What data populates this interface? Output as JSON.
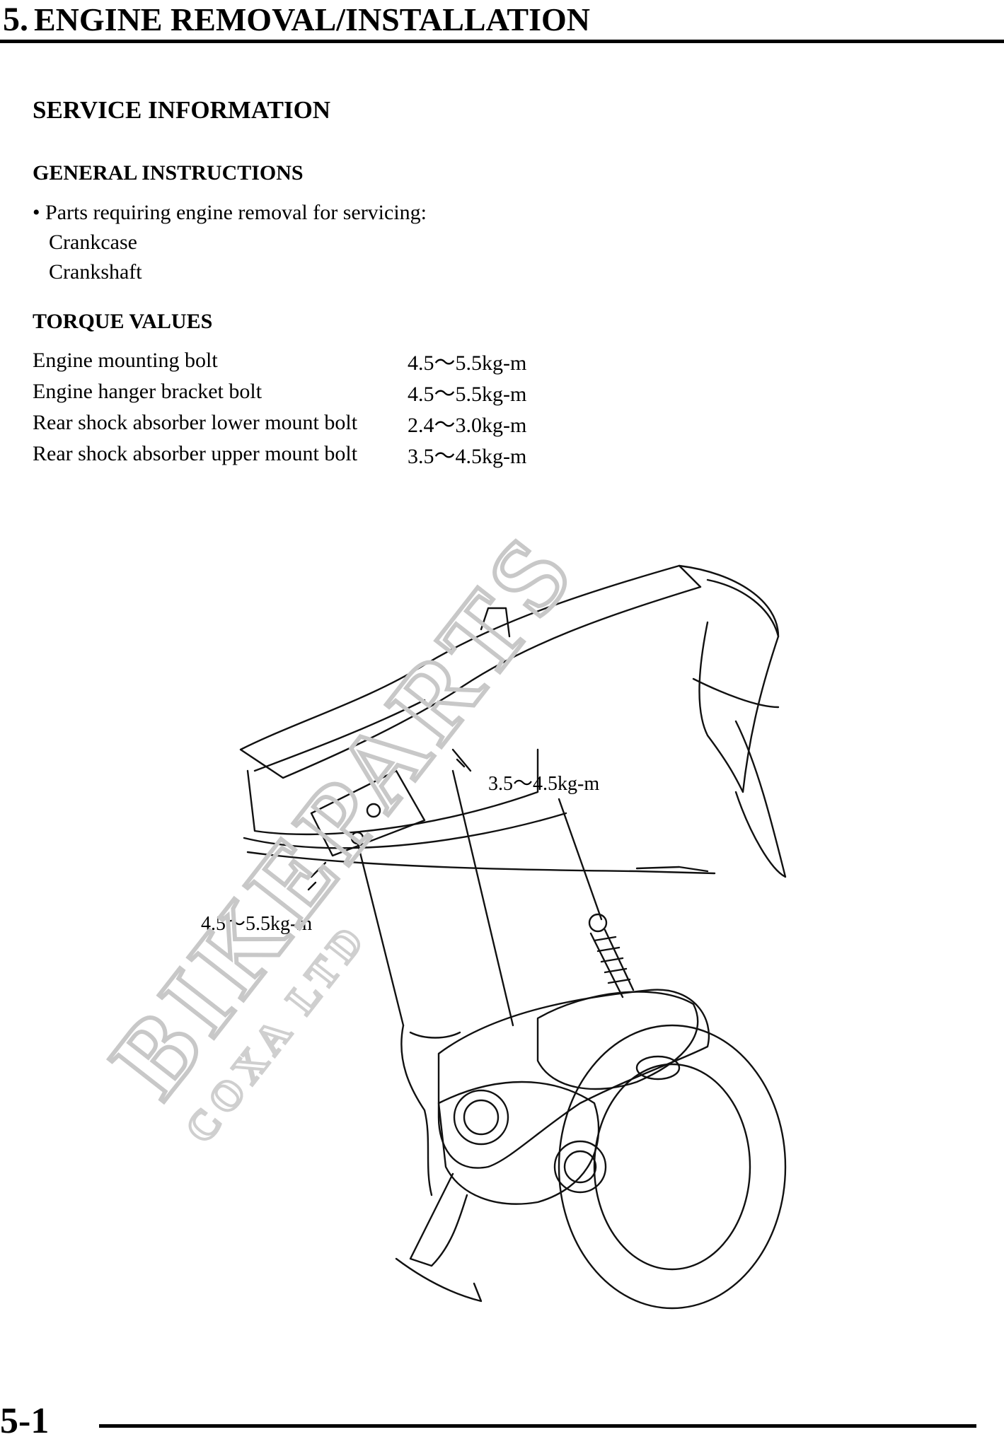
{
  "header": {
    "chapter_number": "5.",
    "chapter_title": "ENGINE REMOVAL/INSTALLATION"
  },
  "service_information": {
    "title": "SERVICE INFORMATION",
    "general_instructions": {
      "title": "GENERAL INSTRUCTIONS",
      "bullet": "• Parts requiring engine removal for servicing:",
      "parts": [
        "Crankcase",
        "Crankshaft"
      ]
    },
    "torque_values": {
      "title": "TORQUE VALUES",
      "rows": [
        {
          "item": "Engine mounting bolt",
          "value": "4.5～5.5kg-m"
        },
        {
          "item": "Engine hanger bracket bolt",
          "value": "4.5～5.5kg-m"
        },
        {
          "item": "Rear shock absorber lower mount bolt",
          "value": "2.4～3.0kg-m"
        },
        {
          "item": "Rear shock absorber upper mount bolt",
          "value": "3.5～4.5kg-m"
        }
      ]
    }
  },
  "diagram": {
    "callouts": [
      "3.5～4.5kg-m",
      "4.5～5.5kg-m"
    ]
  },
  "watermark": {
    "main": "BIKEPARTS",
    "sub": "COXA LTD"
  },
  "footer": {
    "page_number": "5-1"
  }
}
